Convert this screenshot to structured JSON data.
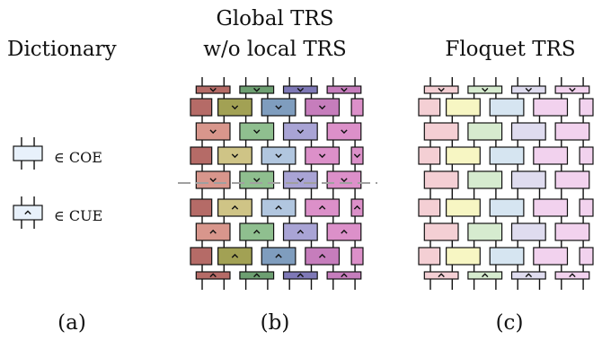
{
  "panel_a": {
    "heading": "Dictionary",
    "legend_coe": "∈ COE",
    "legend_cue": "∈ CUE",
    "caption": "(a)"
  },
  "panel_b": {
    "heading_line1": "Global TRS",
    "heading_line2": "w/o local TRS",
    "caption": "(b)"
  },
  "panel_c": {
    "heading": "Floquet TRS",
    "caption": "(c)"
  },
  "colors": {
    "panel_b_columns": [
      "#d8968c",
      "#cfc486",
      "#8fbf8f",
      "#b1c6df",
      "#a9a4d5",
      "#dc90c9"
    ],
    "panel_b_dark": [
      "#b56b67",
      "#a2a154",
      "#6d9f71",
      "#7f9dbe",
      "#7e78b6",
      "#c67dbc"
    ],
    "panel_c_columns": [
      "#f4cfd4",
      "#f7f6c3",
      "#d6ebcf",
      "#d6e5f1",
      "#dfdcef",
      "#f2d2ee"
    ],
    "coe_fill": "#e8f1fb",
    "dashed_line": "#a0a0a0"
  }
}
